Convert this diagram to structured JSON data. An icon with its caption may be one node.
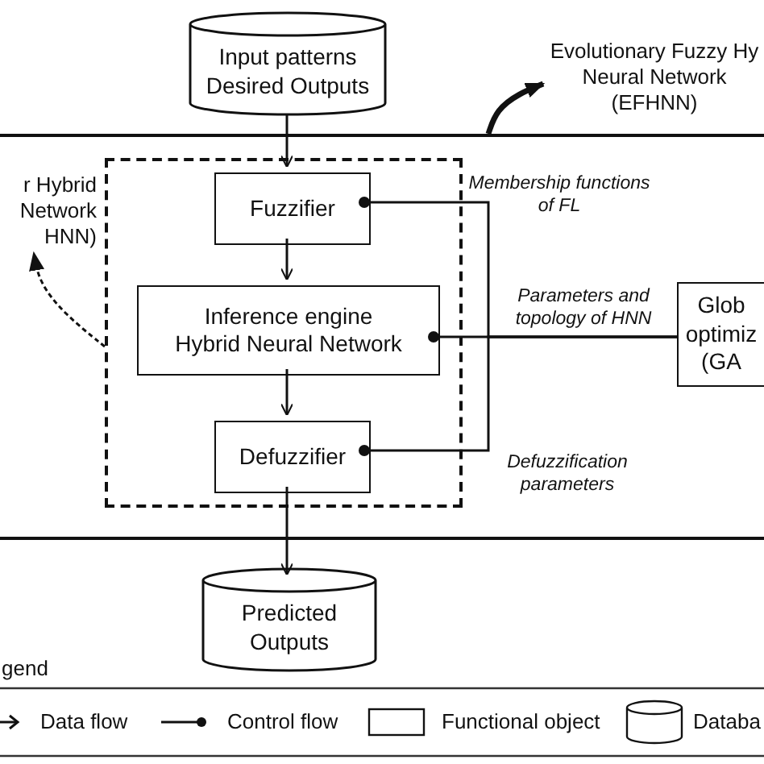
{
  "diagram": {
    "nodes": [
      {
        "text": [
          "Input patterns Desired Outputs"
        ]
      },
      {
        "text": [
          "Evolutionary Fuzzy Hy Neural Network (EFHNN)"
        ]
      },
      {
        "text": [],
        "shape": "box"
      },
      {
        "text": [
          "r Hybrid Network HNN)"
        ],
        "in": 2
      },
      {
        "text": [],
        "shape": "box",
        "in": 2
      },
      {
        "text": [
          "Fuzzifier"
        ],
        "in": 4
      },
      {
        "text": [
          "Inference engine Hybrid Neural Network"
        ],
        "in": 4
      },
      {
        "text": [
          "Defuzzifier"
        ],
        "in": 4
      },
      {
        "text": [
          "Glob optimiz (GA"
        ],
        "in": 2
      },
      {
        "text": [
          "Predicted Outputs"
        ]
      }
    ],
    "edges": [
      {
        "from": 0,
        "to": 5,
        "arrow": "to"
      },
      {
        "from": 5,
        "to": 6,
        "arrow": "to"
      },
      {
        "from": 6,
        "to": 7,
        "arrow": "to"
      },
      {
        "from": 7,
        "to": 9,
        "arrow": "to"
      },
      {
        "from": 8,
        "to": 5,
        "arrow": "other",
        "label": "Membership functions of FL"
      },
      {
        "from": 8,
        "to": 6,
        "arrow": "other",
        "label": "Parameters and topology of HNN"
      },
      {
        "from": 8,
        "to": 7,
        "arrow": "other",
        "label": "Defuzzification parameters"
      },
      {
        "from": 4,
        "to": 3,
        "arrow": "to",
        "style": "dashed"
      },
      {
        "from": 2,
        "to": 1,
        "arrow": "to",
        "style": "thick"
      }
    ],
    "labels": [
      "gend"
    ],
    "legend": [
      {
        "text": "Data flow"
      },
      {
        "text": "Control flow"
      },
      {
        "text": "Functional object"
      },
      {
        "text": "Databa"
      }
    ]
  }
}
